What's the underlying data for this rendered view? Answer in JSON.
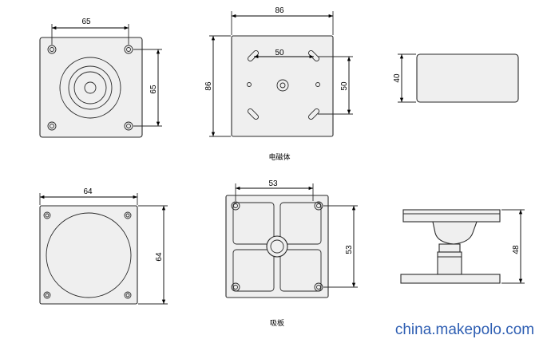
{
  "captions": {
    "electromagnet": "电磁体",
    "suction_plate": "吸板"
  },
  "dimensions": {
    "em_top_width": "65",
    "em_top_height": "65",
    "em_front_width": "86",
    "em_front_height": "86",
    "em_front_inner_width": "50",
    "em_front_inner_height": "50",
    "em_side_height": "40",
    "plate_top_width": "64",
    "plate_top_height": "64",
    "plate_front_width": "53",
    "plate_front_height": "53",
    "plate_side_height": "48"
  },
  "watermark": "china.makepolo.com"
}
